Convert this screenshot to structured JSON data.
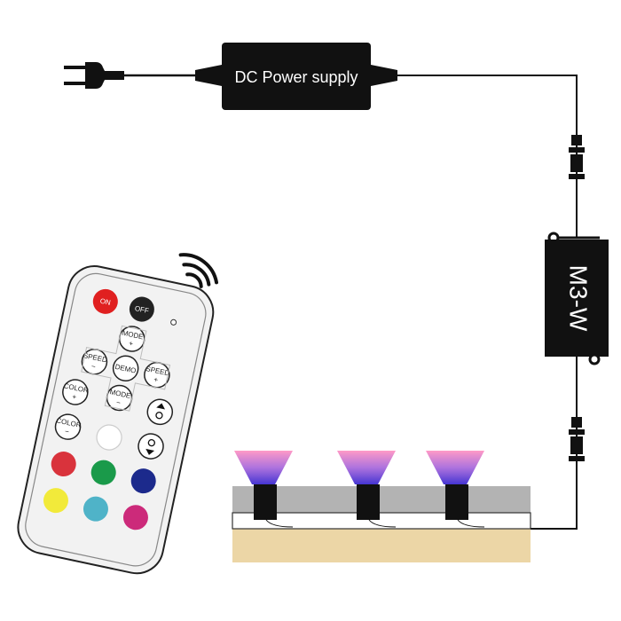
{
  "power_supply": {
    "label": "DC Power supply"
  },
  "controller": {
    "label": "M3-W"
  },
  "remote": {
    "buttons": {
      "on": "ON",
      "off": "OFF",
      "mode_plus": "MODE",
      "speed_minus": "SPEED",
      "demo": "DEMO",
      "speed_plus": "SPEED",
      "color_plus": "COLOR",
      "mode_minus": "MODE",
      "color_minus": "COLOR"
    },
    "color_buttons": [
      "#d9333c",
      "#1a9a4a",
      "#1c2a8c",
      "#f2ea3a",
      "#4fb3c8",
      "#cc2a7a",
      "#ffffff"
    ],
    "icons": [
      "wireless-signal-icon",
      "brightness-up-icon",
      "brightness-down-icon",
      "power-on-icon",
      "power-off-icon"
    ]
  },
  "colors": {
    "housing": "#111111",
    "deck": "#b3b3b3",
    "wood": "#ecd6a6",
    "beam_top": "#5a3fd8",
    "beam_bottom": "#ff6fa8"
  }
}
